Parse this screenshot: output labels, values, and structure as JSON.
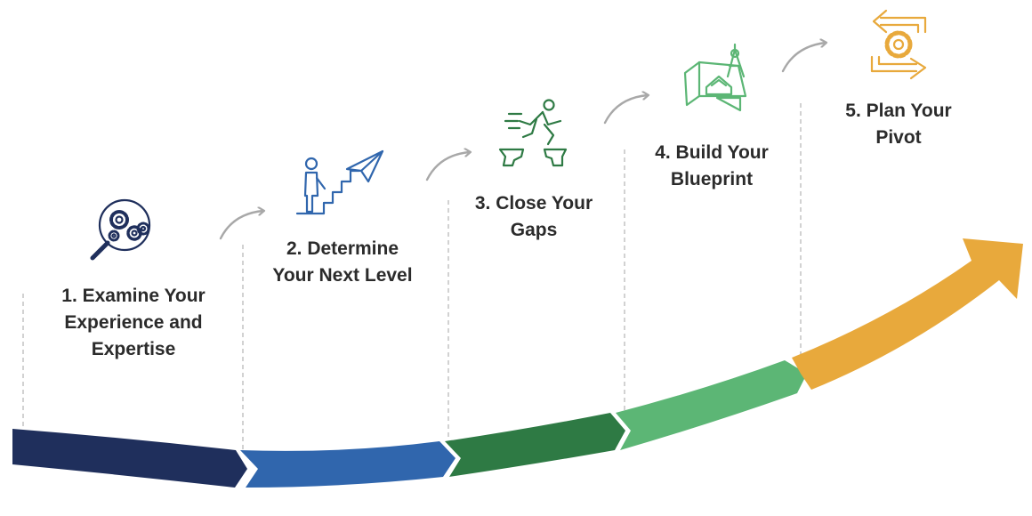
{
  "colors": {
    "step1": "#1f2f5c",
    "step2": "#3066ad",
    "step3": "#2e7a44",
    "step4": "#5cb675",
    "step5": "#e8a93c",
    "connector": "#a8a8a8",
    "guide": "#b9b9b9",
    "label": "#2b2b2b"
  },
  "steps": [
    {
      "icon": "magnifier-gears-icon",
      "lines": [
        "1. Examine Your",
        "Experience and",
        "Expertise"
      ]
    },
    {
      "icon": "person-stairs-paper-plane-icon",
      "lines": [
        "2. Determine",
        "Your Next Level"
      ]
    },
    {
      "icon": "runner-leaping-gap-icon",
      "lines": [
        "3. Close Your",
        "Gaps"
      ]
    },
    {
      "icon": "blueprint-compass-icon",
      "lines": [
        "4. Build Your",
        "Blueprint"
      ]
    },
    {
      "icon": "pivot-gear-arrows-icon",
      "lines": [
        "5. Plan Your",
        "Pivot"
      ]
    }
  ]
}
